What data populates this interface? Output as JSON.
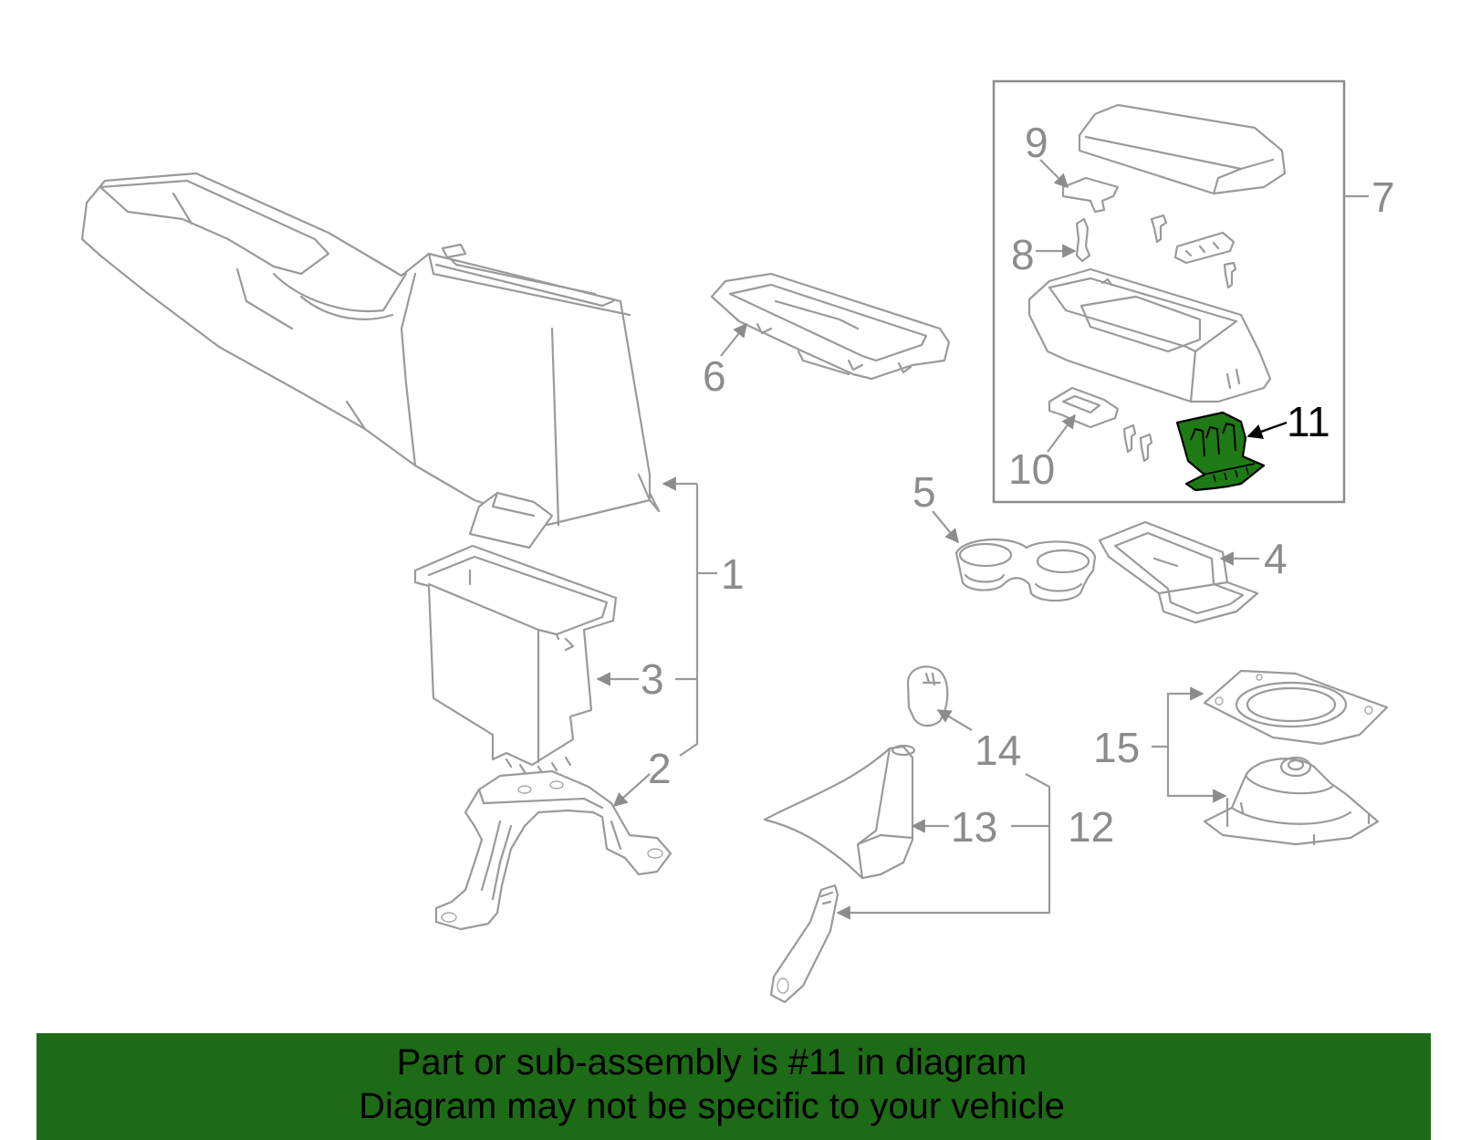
{
  "callouts": {
    "c1": "1",
    "c2": "2",
    "c3": "3",
    "c4": "4",
    "c5": "5",
    "c6": "6",
    "c7": "7",
    "c8": "8",
    "c9": "9",
    "c10": "10",
    "c11": "11",
    "c12": "12",
    "c13": "13",
    "c14": "14",
    "c15": "15"
  },
  "highlight": {
    "part_number": "11",
    "color": "#1e7a14"
  },
  "banner": {
    "line1": "Part or sub-assembly is #11 in diagram",
    "line2": "Diagram may not be specific to your vehicle",
    "background": "#1e6b17"
  }
}
